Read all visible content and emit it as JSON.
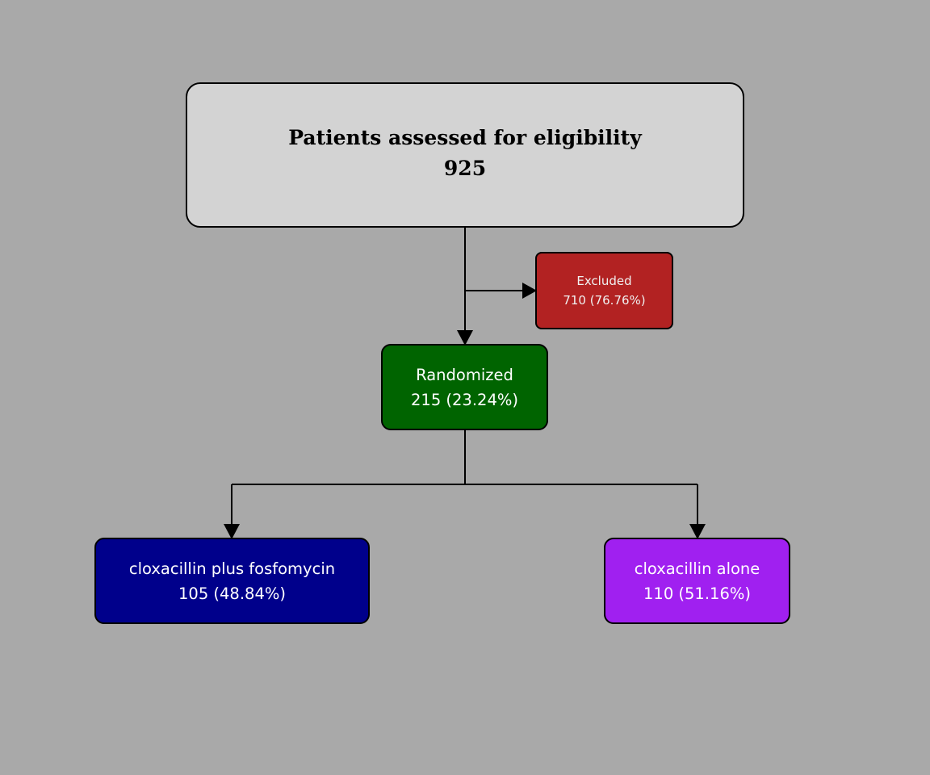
{
  "flowchart": {
    "eligibility": {
      "title": "Patients assessed for eligibility",
      "count": "925",
      "fill": "#d3d3d3",
      "text_color": "#000000"
    },
    "excluded": {
      "title": "Excluded",
      "count": "710 (76.76%)",
      "fill": "#b22222",
      "text_color": "#f0f0f0"
    },
    "randomized": {
      "title": "Randomized",
      "count": "215 (23.24%)",
      "fill": "#006400",
      "text_color": "#ffffff"
    },
    "arms": [
      {
        "title": "cloxacillin plus fosfomycin",
        "count": "105 (48.84%)",
        "fill": "#00008b",
        "text_color": "#ffffff"
      },
      {
        "title": "cloxacillin alone",
        "count": "110 (51.16%)",
        "fill": "#a020f0",
        "text_color": "#ffffff"
      }
    ]
  },
  "colors": {
    "background": "#a9a9a9",
    "connector": "#000000"
  }
}
